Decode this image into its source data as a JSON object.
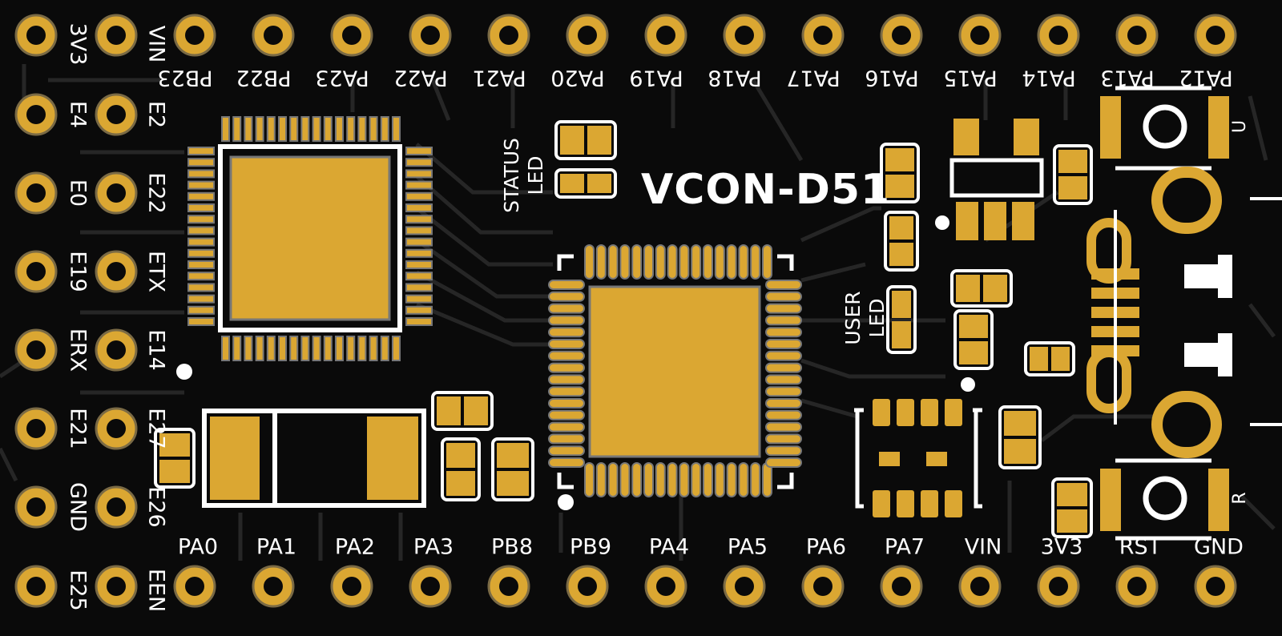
{
  "board": {
    "name": "VCON-D51",
    "status_led_label": [
      "STATUS",
      "LED"
    ],
    "user_led_label": [
      "USER",
      "LED"
    ],
    "button_top_label": "U",
    "button_bottom_label": "R"
  },
  "top_header": {
    "pins": [
      "3V3",
      "VIN",
      "PB23",
      "PB22",
      "PA23",
      "PA22",
      "PA21",
      "PA20",
      "PA19",
      "PA18",
      "PA17",
      "PA16",
      "PA15",
      "PA14",
      "PA13",
      "PA12"
    ]
  },
  "bottom_header": {
    "pins": [
      "E25",
      "EEN",
      "PA0",
      "PA1",
      "PA2",
      "PA3",
      "PB8",
      "PB9",
      "PA4",
      "PA5",
      "PA6",
      "PA7",
      "VIN",
      "3V3",
      "RST",
      "GND"
    ]
  },
  "left_columns": {
    "outer": [
      "E4",
      "E0",
      "E19",
      "ERX",
      "E21",
      "GND"
    ],
    "inner": [
      "E2",
      "E22",
      "ETX",
      "E14",
      "E27",
      "E26"
    ]
  },
  "colors": {
    "board": "#0a0a0a",
    "copper": "#dba732",
    "trace": "#2a2a2a",
    "silkscreen": "#ffffff"
  }
}
